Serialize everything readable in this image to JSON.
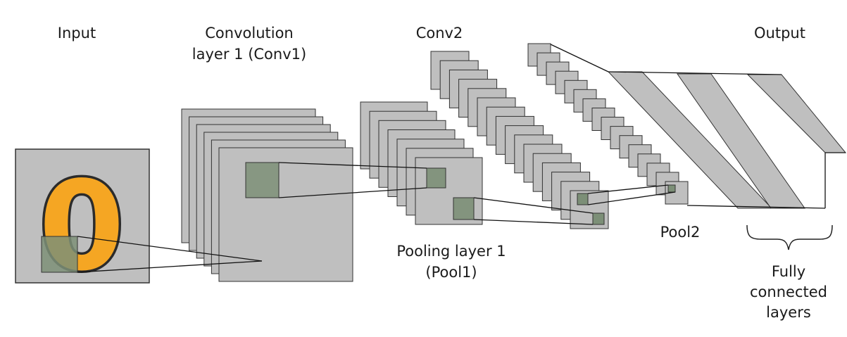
{
  "labels": {
    "input": "Input",
    "conv1_line1": "Convolution",
    "conv1_line2": "layer 1 (Conv1)",
    "conv2": "Conv2",
    "output": "Output",
    "pool1_line1": "Pooling layer 1",
    "pool1_line2": "(Pool1)",
    "pool2": "Pool2",
    "fc_line1": "Fully",
    "fc_line2": "connected",
    "fc_line3": "layers"
  },
  "input_digit": "0",
  "layers": {
    "conv1_maps": 6,
    "pool1_maps": 7,
    "conv2_maps": 16,
    "pool2_maps": 16,
    "fully_connected_layers": 3
  },
  "colors": {
    "map_fill": "#bfbfbf",
    "map_stroke": "#333333",
    "patch_fill": "#7c8f77",
    "digit_fill": "#f5a623",
    "digit_outline": "#2b2b2b",
    "connector": "#111111"
  }
}
